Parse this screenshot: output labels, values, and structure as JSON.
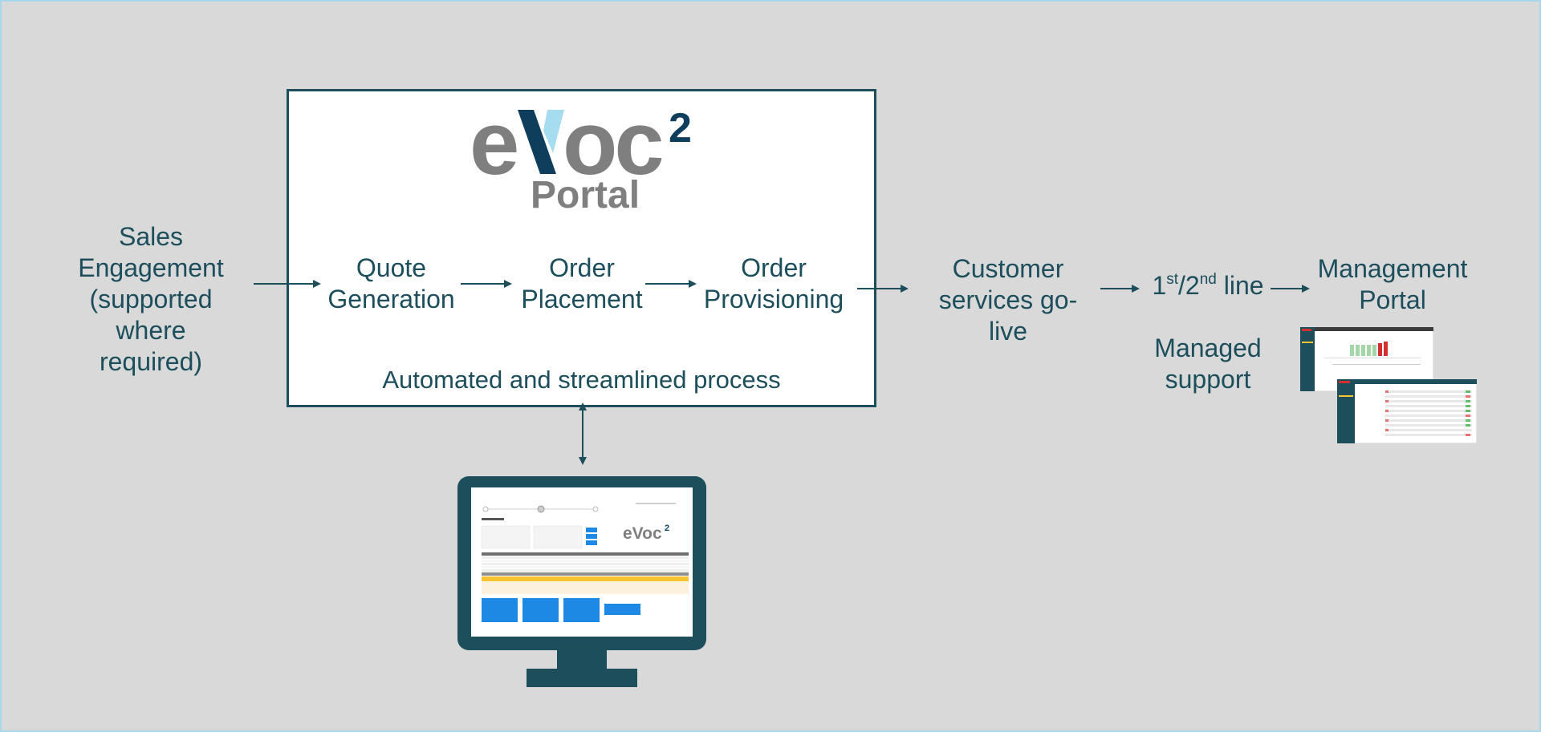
{
  "stages": {
    "sales": "Sales\nEngagement\n(supported\nwhere\nrequired)",
    "quote": "Quote\nGeneration",
    "order_placement": "Order\nPlacement",
    "order_provisioning": "Order\nProvisioning",
    "go_live": "Customer\nservices go-\nlive",
    "support_line1_a": "1",
    "support_line1_sup1": "st",
    "support_line1_b": "/2",
    "support_line1_sup2": "nd",
    "support_line1_c": " line",
    "support_rest": "Managed\nsupport",
    "management": "Management\nPortal"
  },
  "portal": {
    "logo_main": "eVoc",
    "logo_exp": "2",
    "logo_sub": "Portal",
    "caption": "Automated and streamlined process"
  },
  "monitor_logo": {
    "main": "eVoc",
    "exp": "2"
  },
  "colors": {
    "background": "#d9d9d9",
    "primary": "#1c4e5c",
    "logo_grey": "#7f7f7f",
    "logo_dark_blue": "#0f3d5c",
    "logo_light_blue": "#a6dcef",
    "button_blue": "#1e88e5",
    "highlight_yellow": "#f7c42f"
  }
}
